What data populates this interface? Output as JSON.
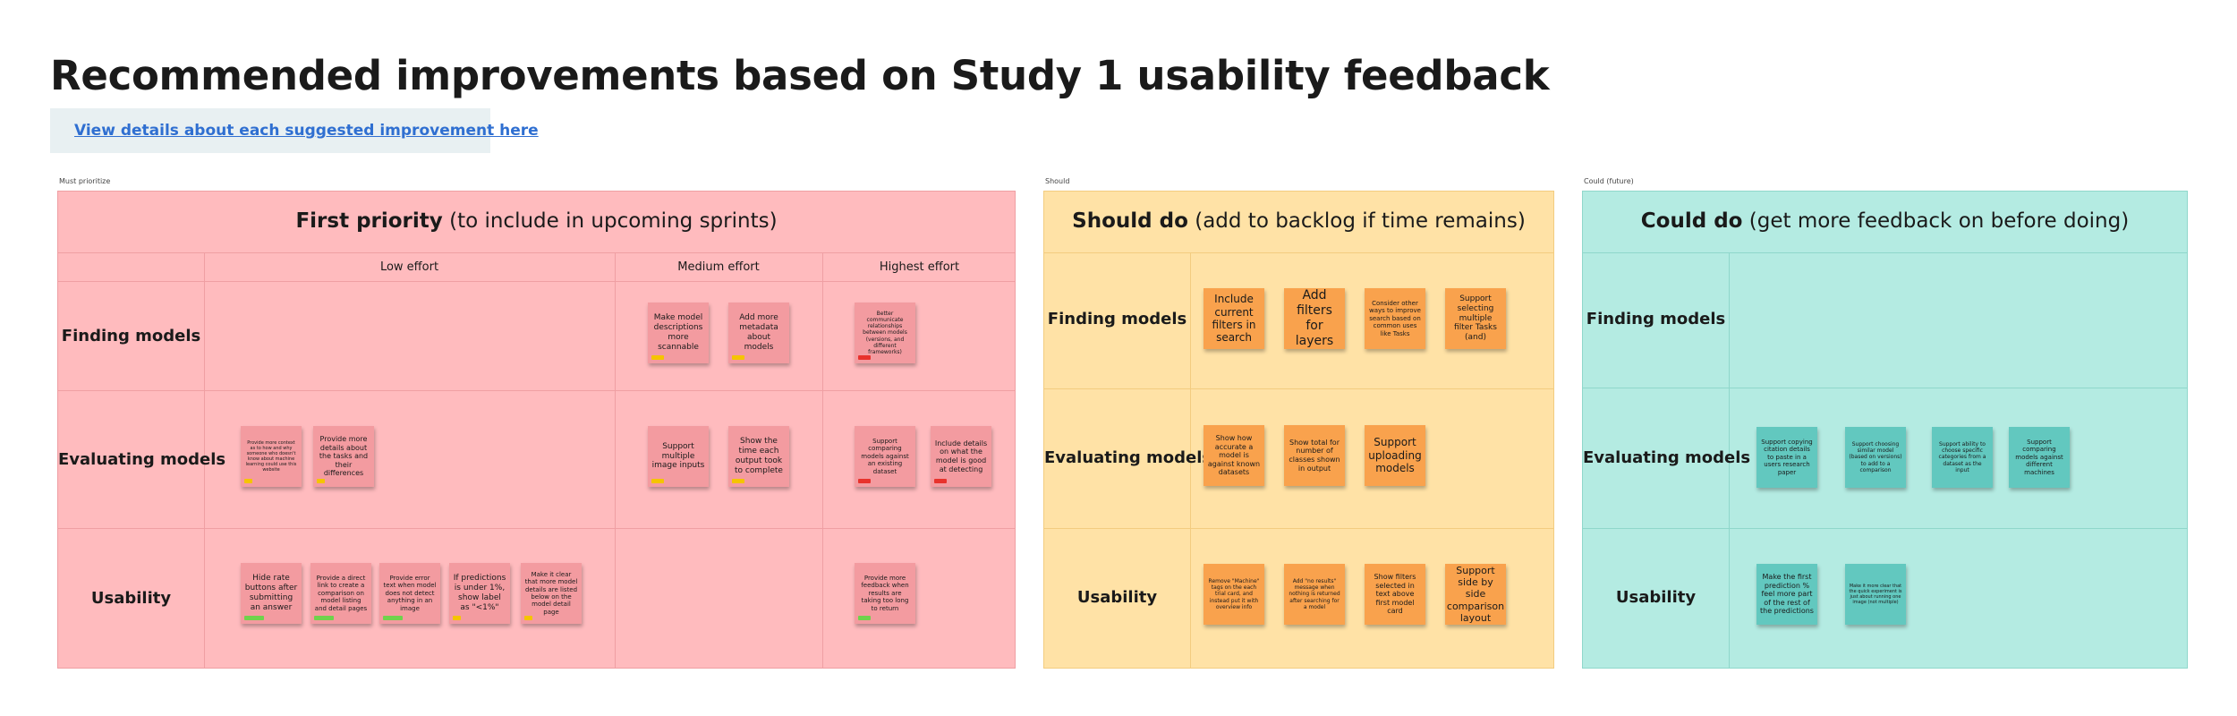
{
  "page": {
    "title": "Recommended improvements based on Study 1 usability feedback",
    "details_link": "View details about each suggested improvement here"
  },
  "frames": {
    "must": {
      "label": "Must prioritize",
      "heading_strong": "First priority",
      "heading_rest": " (to include in upcoming sprints)",
      "columns": [
        "Low effort",
        "Medium effort",
        "Highest effort"
      ],
      "rows": [
        "Finding models",
        "Evaluating models",
        "Usability"
      ],
      "notes": {
        "find_med_1": {
          "text": "Make model descriptions more scannable",
          "tag": "yellow"
        },
        "find_med_2": {
          "text": "Add more metadata about models",
          "tag": "yellow"
        },
        "find_high_1": {
          "text": "Better communicate relationships between models (versions, and different frameworks)",
          "tag": "red"
        },
        "eval_low_1": {
          "text": "Provide more context as to how and why someone who doesn't know about machine learning could use this website",
          "tag": "yellow"
        },
        "eval_low_2": {
          "text": "Provide more details about the tasks and their differences",
          "tag": "yellow"
        },
        "eval_med_1": {
          "text": "Support multiple image inputs",
          "tag": "yellow"
        },
        "eval_med_2": {
          "text": "Show the time each output took to complete",
          "tag": "yellow"
        },
        "eval_high_1": {
          "text": "Support comparing models against an existing dataset",
          "tag": "red"
        },
        "eval_high_2": {
          "text": "Include details on what the model is good at detecting",
          "tag": "red"
        },
        "use_low_1": {
          "text": "Hide rate buttons after submitting an answer",
          "tag": "green"
        },
        "use_low_2": {
          "text": "Provide a direct link to create a comparison on model listing and detail pages",
          "tag": "green"
        },
        "use_low_3": {
          "text": "Provide error text when model does not detect anything in an image",
          "tag": "green"
        },
        "use_low_4": {
          "text": "If predictions is under 1%, show label as \"<1%\"",
          "tag": "yellow"
        },
        "use_low_5": {
          "text": "Make it clear that more model details are listed below on the model detail page",
          "tag": "yellow"
        },
        "use_high_1": {
          "text": "Provide more feedback when results are taking too long to return",
          "tag": "green"
        }
      }
    },
    "should": {
      "label": "Should",
      "heading_strong": "Should do",
      "heading_rest": " (add to backlog if time remains)",
      "rows": [
        "Finding models",
        "Evaluating models",
        "Usability"
      ],
      "notes": {
        "find_1": {
          "text": "Include current filters in search"
        },
        "find_2": {
          "text": "Add filters for layers"
        },
        "find_3": {
          "text": "Consider other ways to improve search based on common uses like Tasks"
        },
        "find_4": {
          "text": "Support selecting multiple filter Tasks (and)"
        },
        "eval_1": {
          "text": "Show how accurate a model is against known datasets"
        },
        "eval_2": {
          "text": "Show total for number of classes shown in output"
        },
        "eval_3": {
          "text": "Support uploading models"
        },
        "use_1": {
          "text": "Remove \"Machine\" tags on the each trial card, and instead put it with overview info"
        },
        "use_2": {
          "text": "Add \"no results\" message when nothing is returned after searching for a model"
        },
        "use_3": {
          "text": "Show filters selected in text above first model card"
        },
        "use_4": {
          "text": "Support side by side comparison layout"
        }
      }
    },
    "could": {
      "label": "Could (future)",
      "heading_strong": "Could do",
      "heading_rest": " (get more feedback on before doing)",
      "rows": [
        "Finding models",
        "Evaluating models",
        "Usability"
      ],
      "notes": {
        "eval_1": {
          "text": "Support copying citation details to paste in a users research paper"
        },
        "eval_2": {
          "text": "Support choosing similar model (based on versions) to add to a comparison"
        },
        "eval_3": {
          "text": "Support ability to choose specific categories from a dataset as the input"
        },
        "eval_4": {
          "text": "Support comparing models against different machines"
        },
        "use_1": {
          "text": "Make the first prediction % feel more part of the rest of the predictions"
        },
        "use_2": {
          "text": "Make it more clear that the quick experiment is just about running one image (not multiple)"
        }
      }
    }
  },
  "colors": {
    "must_bg": "#ffbbbe",
    "should_bg": "#ffe2a6",
    "could_bg": "#b4ebe2",
    "note_pink": "#f39ba0",
    "note_orange": "#f9a24d",
    "note_teal": "#62c8bf",
    "tag_yellow": "#f5c400",
    "tag_red": "#e8322c",
    "tag_green": "#6fd24c",
    "link": "#2f6fd1"
  }
}
